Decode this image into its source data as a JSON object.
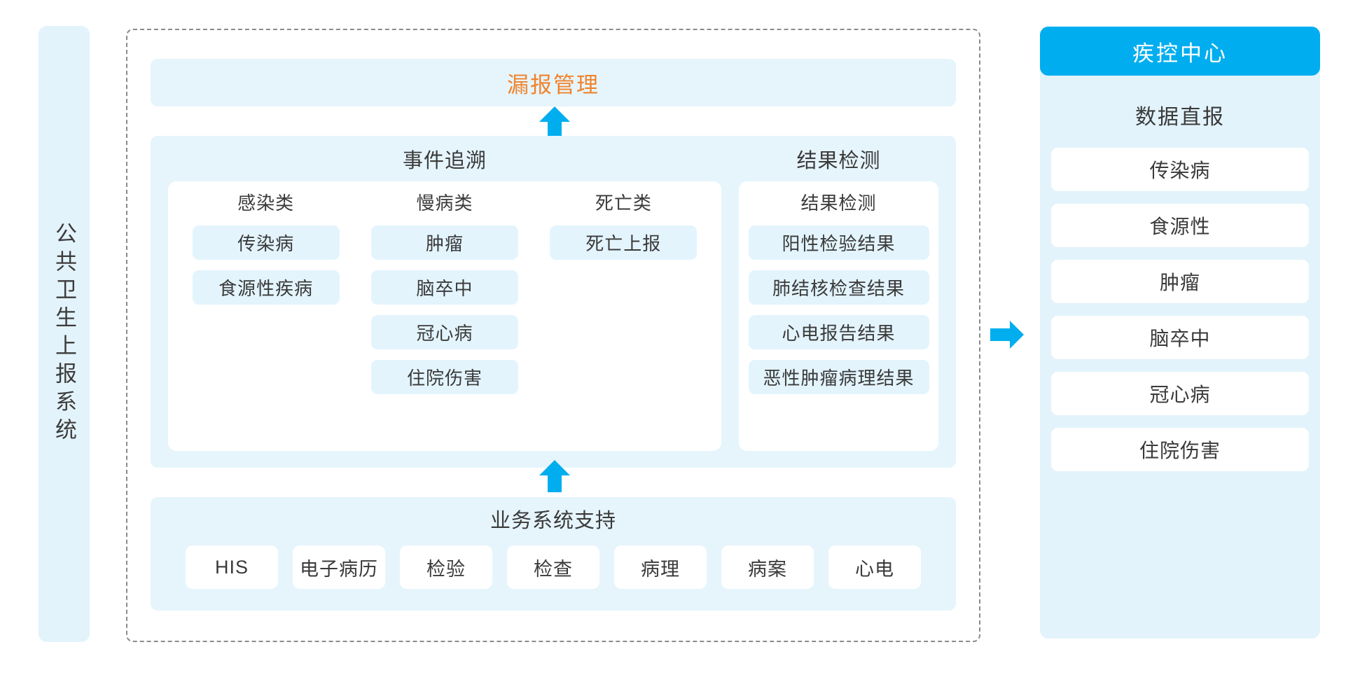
{
  "sidebar": {
    "label": "公共卫生上报系统"
  },
  "top_band": {
    "title": "漏报管理"
  },
  "middle": {
    "groups": [
      {
        "title": "事件追溯",
        "columns": [
          {
            "title": "感染类",
            "items": [
              "传染病",
              "食源性疾病"
            ]
          },
          {
            "title": "慢病类",
            "items": [
              "肿瘤",
              "脑卒中",
              "冠心病",
              "住院伤害"
            ]
          },
          {
            "title": "死亡类",
            "items": [
              "死亡上报"
            ]
          }
        ]
      },
      {
        "title": "结果检测",
        "columns": [
          {
            "title": "结果检测",
            "items": [
              "阳性检验结果",
              "肺结核检查结果",
              "心电报告结果",
              "恶性肿瘤病理结果"
            ]
          }
        ]
      }
    ]
  },
  "bottom_band": {
    "title": "业务系统支持",
    "systems": [
      "HIS",
      "电子病历",
      "检验",
      "检查",
      "病理",
      "病案",
      "心电"
    ]
  },
  "cdc_panel": {
    "header": "疾控中心",
    "subtitle": "数据直报",
    "items": [
      "传染病",
      "食源性",
      "肿瘤",
      "脑卒中",
      "冠心病",
      "住院伤害"
    ]
  },
  "colors": {
    "accent_blue": "#00AEEF",
    "panel_blue": "#E3F3FB",
    "band_blue": "#E6F5FC",
    "chip_blue": "#E3F4FD",
    "orange": "#F0832B",
    "text": "#3a3a3a",
    "dashed_border": "#8b8b8b"
  }
}
